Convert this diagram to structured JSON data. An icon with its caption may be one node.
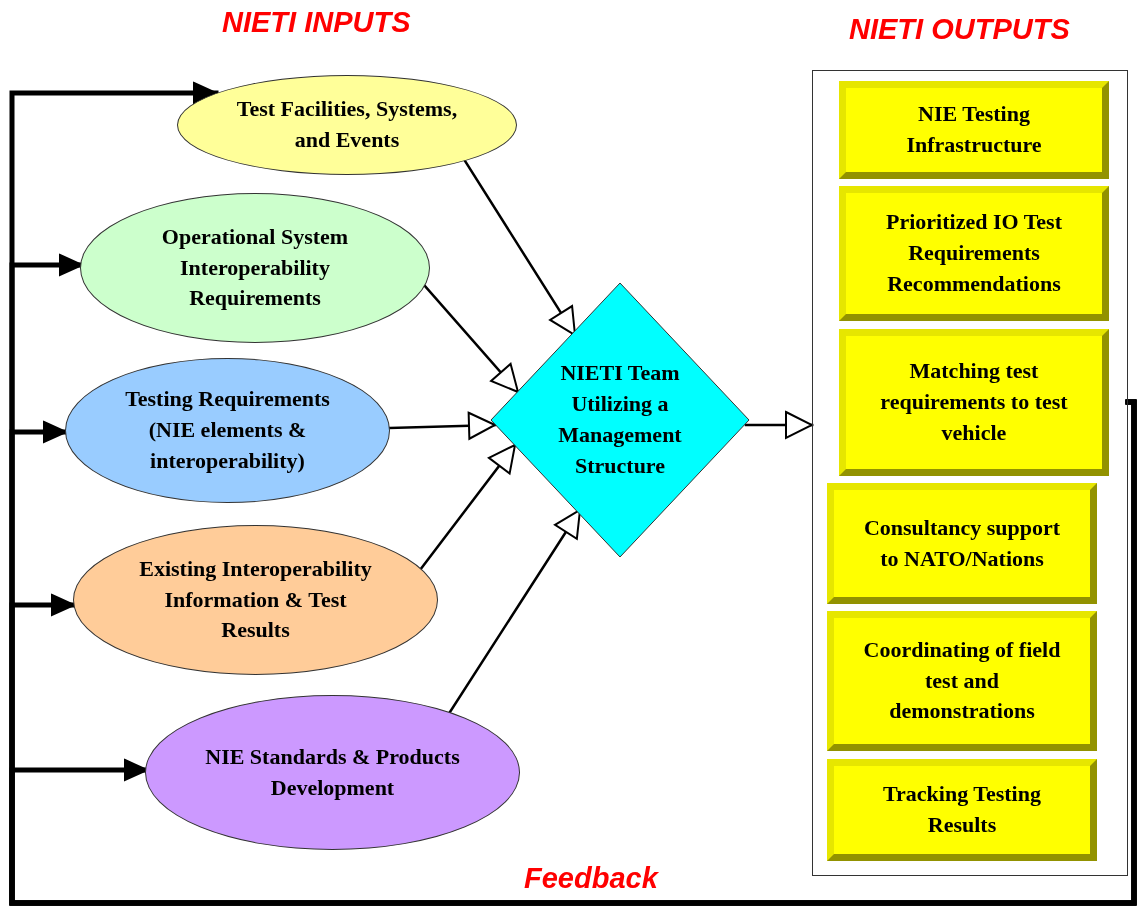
{
  "diagram": {
    "nodes": [
      {
        "text": [
          "Test Facilities, Systems, and Events"
        ]
      },
      {
        "text": [
          "Operational System Interoperability Requirements"
        ]
      },
      {
        "text": [
          "Testing Requirements (NIE elements & interoperability)"
        ]
      },
      {
        "text": [
          "Existing Interoperability Information & Test Results"
        ]
      },
      {
        "text": [
          "NIE Standards & Products Development"
        ]
      },
      {
        "text": [
          "NIETI Team Utilizing a Management Structure"
        ]
      },
      {
        "text": [
          "NIETI OUTPUTS"
        ]
      },
      {
        "text": [
          "NIE Testing Infrastructure"
        ],
        "in": 6
      },
      {
        "text": [
          "Prioritized IO Test Requirements Recommendations"
        ],
        "in": 6
      },
      {
        "text": [
          "Matching test requirements to test vehicle"
        ],
        "in": 6
      },
      {
        "text": [
          "Consultancy support to NATO/Nations"
        ],
        "in": 6
      },
      {
        "text": [
          "Coordinating of field test and demonstrations"
        ],
        "in": 6
      },
      {
        "text": [
          "Tracking Testing Results"
        ],
        "in": 6
      }
    ],
    "edges": [
      {
        "from": 0,
        "to": 5,
        "arrow": "to"
      },
      {
        "from": 1,
        "to": 5,
        "arrow": "to"
      },
      {
        "from": 2,
        "to": 5,
        "arrow": "to"
      },
      {
        "from": 3,
        "to": 5,
        "arrow": "to"
      },
      {
        "from": 4,
        "to": 5,
        "arrow": "to"
      },
      {
        "from": 5,
        "to": 6,
        "arrow": "to"
      },
      {
        "from": 6,
        "to": 0,
        "arrow": "to",
        "style": "thick"
      },
      {
        "from": 6,
        "to": 1,
        "arrow": "to",
        "style": "thick"
      },
      {
        "from": 6,
        "to": 2,
        "arrow": "to",
        "style": "thick"
      },
      {
        "from": 6,
        "to": 3,
        "arrow": "to",
        "style": "thick"
      },
      {
        "from": 6,
        "to": 4,
        "arrow": "to",
        "style": "thick",
        "label": "Feedback"
      }
    ],
    "labels": [
      "NIETI INPUTS"
    ]
  }
}
